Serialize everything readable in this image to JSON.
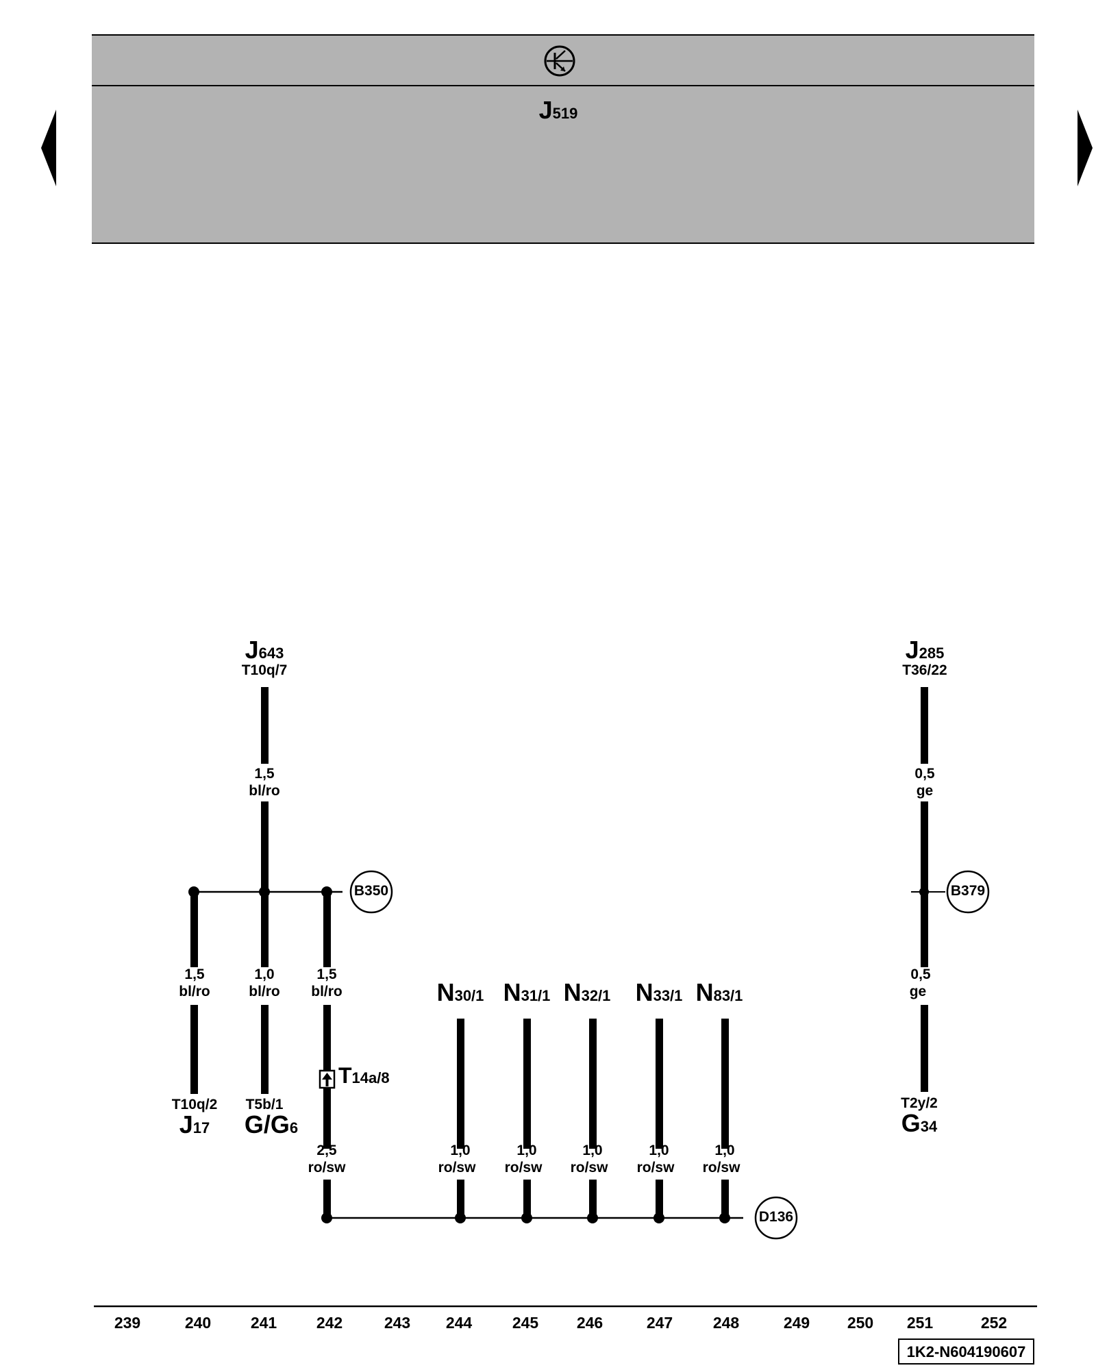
{
  "header": {
    "symbol_icon": "bus-transistor-icon",
    "component_main": "J",
    "component_sub": "519"
  },
  "nav": {
    "prev_icon": "triangle-left-icon",
    "next_icon": "triangle-right-icon"
  },
  "top_left": {
    "comp": "J",
    "comp_sub": "643",
    "pin": "T10q/7",
    "wire_size": "1,5",
    "wire_color": "bl/ro"
  },
  "top_right": {
    "comp": "J",
    "comp_sub": "285",
    "pin": "T36/22",
    "wire_size": "0,5",
    "wire_color": "ge"
  },
  "splices": {
    "b350": "B350",
    "b379": "B379",
    "d136": "D136"
  },
  "left_wires": [
    {
      "size": "1,5",
      "color": "bl/ro",
      "pin": "T10q/2",
      "comp": "J",
      "comp_sub": "17"
    },
    {
      "size": "1,0",
      "color": "bl/ro",
      "pin": "T5b/1",
      "comp": "G/G",
      "comp_sub": "6"
    },
    {
      "size": "1,5",
      "color": "bl/ro"
    }
  ],
  "connector": {
    "main": "T",
    "sub": "14a/8"
  },
  "feed_wire": {
    "size": "2,5",
    "color": "ro/sw"
  },
  "injectors": [
    {
      "comp": "N",
      "comp_sub": "30/1",
      "size": "1,0",
      "color": "ro/sw"
    },
    {
      "comp": "N",
      "comp_sub": "31/1",
      "size": "1,0",
      "color": "ro/sw"
    },
    {
      "comp": "N",
      "comp_sub": "32/1",
      "size": "1,0",
      "color": "ro/sw"
    },
    {
      "comp": "N",
      "comp_sub": "33/1",
      "size": "1,0",
      "color": "ro/sw"
    },
    {
      "comp": "N",
      "comp_sub": "83/1",
      "size": "1,0",
      "color": "ro/sw"
    }
  ],
  "right_lower": {
    "size": "0,5",
    "color": "ge",
    "pin": "T2y/2",
    "comp": "G",
    "comp_sub": "34"
  },
  "ruler": [
    "239",
    "240",
    "241",
    "242",
    "243",
    "244",
    "245",
    "246",
    "247",
    "248",
    "249",
    "250",
    "251",
    "252"
  ],
  "doc_id": "1K2-N604190607"
}
